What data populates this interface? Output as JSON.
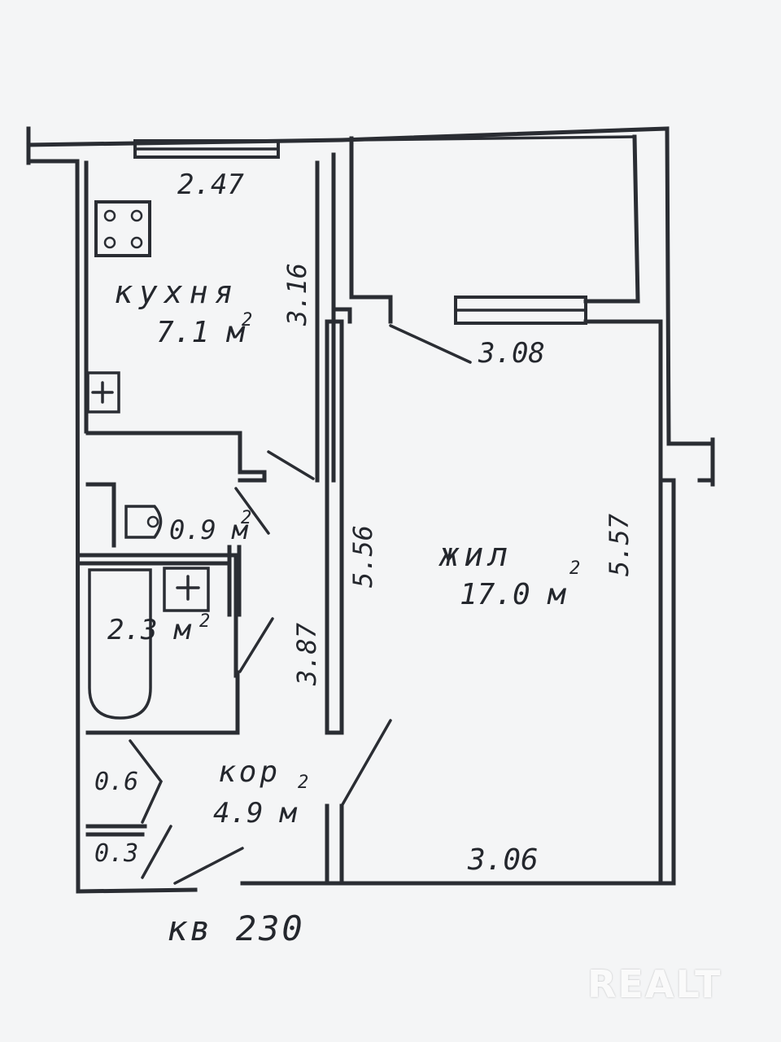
{
  "apartment": {
    "label": "кв 230"
  },
  "rooms": {
    "kitchen": {
      "name": "кухня",
      "area": "7.1 м",
      "area_sup": "2",
      "width_top": "2.47",
      "length_side": "3.16"
    },
    "toilet": {
      "area": "0.9 м",
      "area_sup": "2"
    },
    "bathroom": {
      "area": "2.3 м",
      "area_sup": "2",
      "length_side": "3.87"
    },
    "corridor": {
      "name": "кор",
      "name_sup": "2",
      "area": "4.9 м",
      "closet_large": "0.6",
      "closet_small": "0.3"
    },
    "living": {
      "name": "жил",
      "area": "17.0 м",
      "area_sup": "2",
      "width_top": "3.08",
      "width_bottom": "3.06",
      "length_left": "5.56",
      "length_right": "5.57"
    }
  },
  "watermark": {
    "text": "REALT"
  },
  "colors": {
    "paper": "#f4f5f6",
    "ink": "#2a2d33"
  }
}
